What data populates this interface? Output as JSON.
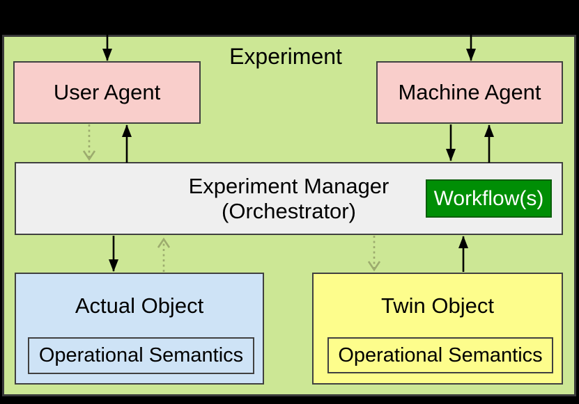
{
  "diagram": {
    "title": "Experiment",
    "nodes": {
      "user_agent": {
        "label": "User Agent"
      },
      "machine_agent": {
        "label": "Machine Agent"
      },
      "manager": {
        "line1": "Experiment Manager",
        "line2": "(Orchestrator)"
      },
      "workflow": {
        "label": "Workflow(s)"
      },
      "actual_object": {
        "label": "Actual Object",
        "inner": "Operational Semantics"
      },
      "twin_object": {
        "label": "Twin Object",
        "inner": "Operational Semantics"
      }
    },
    "edges": [
      {
        "from": "outside",
        "to": "user-agent",
        "style": "solid"
      },
      {
        "from": "outside",
        "to": "machine-agent",
        "style": "solid"
      },
      {
        "from": "user-agent",
        "to": "experiment-manager",
        "style": "dotted"
      },
      {
        "from": "experiment-manager",
        "to": "user-agent",
        "style": "solid"
      },
      {
        "from": "machine-agent",
        "to": "experiment-manager",
        "style": "solid"
      },
      {
        "from": "experiment-manager",
        "to": "machine-agent",
        "style": "solid"
      },
      {
        "from": "experiment-manager",
        "to": "actual-object",
        "style": "solid"
      },
      {
        "from": "actual-object",
        "to": "experiment-manager",
        "style": "dotted"
      },
      {
        "from": "experiment-manager",
        "to": "twin-object",
        "style": "dotted"
      },
      {
        "from": "twin-object",
        "to": "experiment-manager",
        "style": "solid"
      }
    ],
    "colors": {
      "canvas_bg": "#000000",
      "experiment_bg": "#cce795",
      "agent_fill": "#f9cecb",
      "manager_fill": "#efefef",
      "workflow_fill": "#008e05",
      "workflow_text": "#ffffff",
      "actual_object_fill": "#cee3f6",
      "twin_object_fill": "#fdfd8c",
      "solid_arrow": "#000000",
      "dotted_arrow": "#9cab6e",
      "box_border": "#404040"
    }
  }
}
